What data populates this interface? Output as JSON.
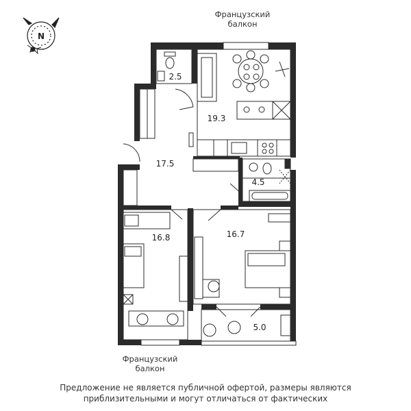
{
  "compass": {
    "north_label": "N"
  },
  "balcony_top": {
    "line1": "Французский",
    "line2": "балкон"
  },
  "balcony_bottom": {
    "line1": "Французский",
    "line2": "балкон"
  },
  "rooms": [
    {
      "id": "bathroom-small",
      "area": "2.5"
    },
    {
      "id": "kitchen-living",
      "area": "19.3"
    },
    {
      "id": "hallway",
      "area": "17.5"
    },
    {
      "id": "bathroom",
      "area": "4.5"
    },
    {
      "id": "bedroom-left",
      "area": "16.8"
    },
    {
      "id": "bedroom-right",
      "area": "16.7"
    },
    {
      "id": "balcony",
      "area": "5.0"
    }
  ],
  "disclaimer": {
    "line1": "Предложение не является публичной офертой, размеры являются",
    "line2": "приблизительными и могут отличаться от фактических"
  },
  "colors": {
    "wall": "#2b2b2b",
    "accent": "#ffffff"
  }
}
